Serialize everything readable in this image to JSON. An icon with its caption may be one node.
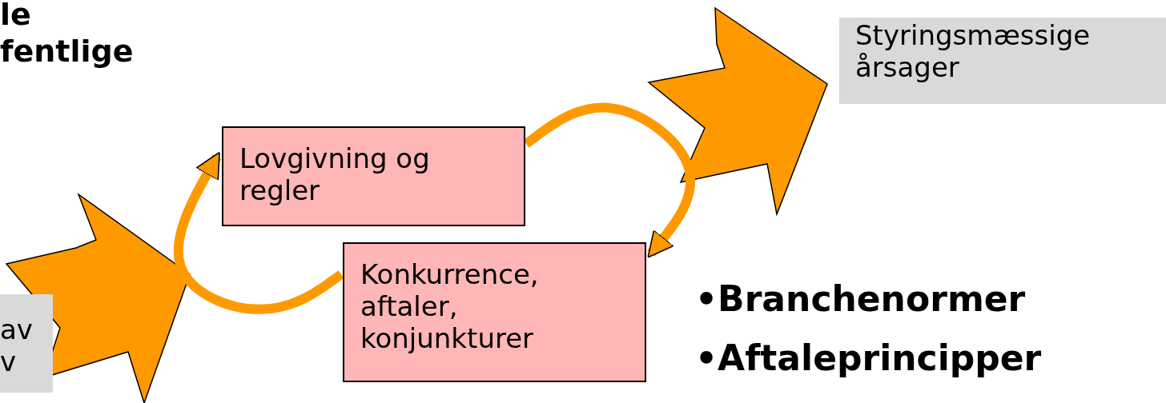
{
  "diagram": {
    "nodes": [
      {
        "text": [
          "Lovgivning og regler"
        ]
      },
      {
        "text": [
          "Konkurrence, aftaler, konjunkturer"
        ]
      },
      {
        "text": [
          "Styringsmæssige årsager"
        ]
      },
      {
        "text": [
          "av v"
        ]
      }
    ],
    "edges": [
      {
        "from": 1,
        "to": 0,
        "arrow": "to"
      },
      {
        "from": 0,
        "to": 1,
        "arrow": "to"
      }
    ],
    "labels": [
      "le",
      "fentlige",
      "•Branchenormer",
      "•Aftaleprincipper"
    ]
  }
}
